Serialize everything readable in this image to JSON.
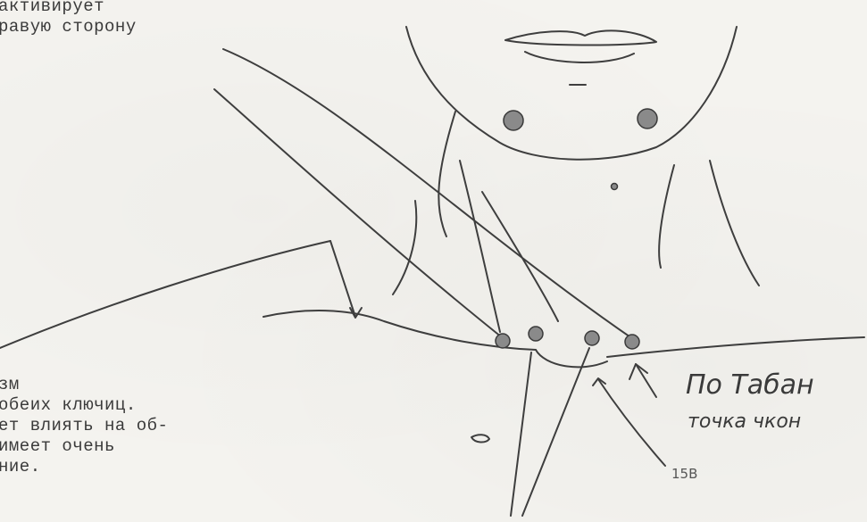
{
  "top_note": [
    "активирует",
    "равую сторону"
  ],
  "bottom_note": [
    "зм",
    "обеих ключиц.",
    "ет влиять на об-",
    "имеет очень",
    "ние."
  ],
  "label_number": "15В",
  "handwritten": [
    "По Табан",
    "точка чкон"
  ]
}
